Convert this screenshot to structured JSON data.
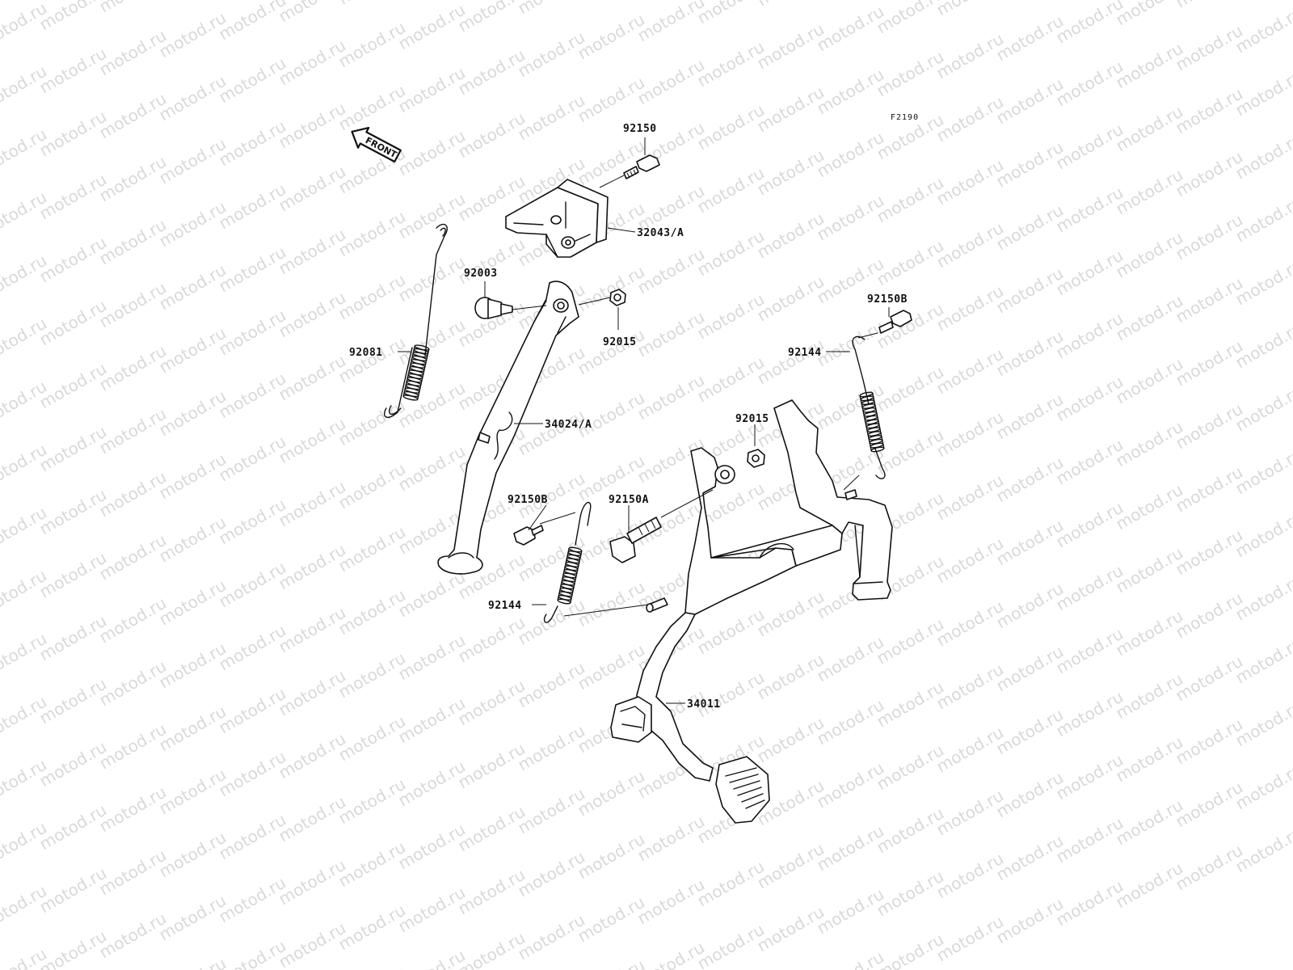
{
  "figure_code": "F2190",
  "front_arrow_label": "FRONT",
  "watermark_text": "motod.ru",
  "labels": {
    "p92150": "92150",
    "p32043a": "32043/A",
    "p92003": "92003",
    "p92015_top": "92015",
    "p92081": "92081",
    "p34024a": "34024/A",
    "p92150b_right": "92150B",
    "p92144_right": "92144",
    "p92015_mid": "92015",
    "p92150b_left": "92150B",
    "p92150a": "92150A",
    "p92144_left": "92144",
    "p34011": "34011"
  }
}
